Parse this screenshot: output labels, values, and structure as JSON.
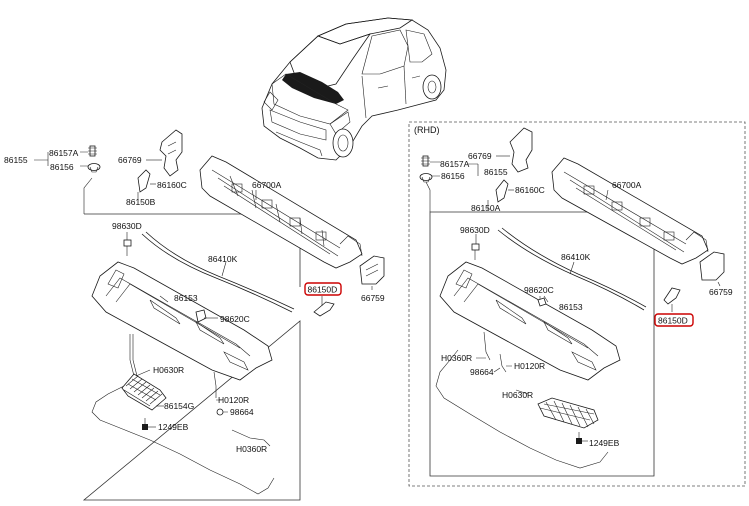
{
  "colors": {
    "highlight": "#cc0000",
    "line": "#1a1a1a",
    "background": "#ffffff"
  },
  "rhd": {
    "title": "(RHD)"
  },
  "left_labels": {
    "p86157A": "86157A",
    "p86155": "86155",
    "p86156": "86156",
    "p66769": "66769",
    "p86160C": "86160C",
    "p86150B": "86150B",
    "p66700A": "66700A",
    "p98630D": "98630D",
    "p86410K": "86410K",
    "p86153": "86153",
    "p86150D": "86150D",
    "p66759": "66759",
    "p98620C": "98620C",
    "pH0630R": "H0630R",
    "pH0120R": "H0120R",
    "p86154G": "86154G",
    "p98664": "98664",
    "p1249EB": "1249EB",
    "pH0360R": "H0360R"
  },
  "right_labels": {
    "p66769": "66769",
    "p86157A": "86157A",
    "p86156": "86156",
    "p86155": "86155",
    "p86160C": "86160C",
    "p66700A": "66700A",
    "p86150A": "86150A",
    "p98630D": "98630D",
    "p86410K": "86410K",
    "p98620C": "98620C",
    "p86153": "86153",
    "p66759": "66759",
    "p86150D": "86150D",
    "pH0360R": "H0360R",
    "p98664": "98664",
    "pH0120R": "H0120R",
    "pH0630R": "H0630R",
    "p1249EB": "1249EB"
  }
}
